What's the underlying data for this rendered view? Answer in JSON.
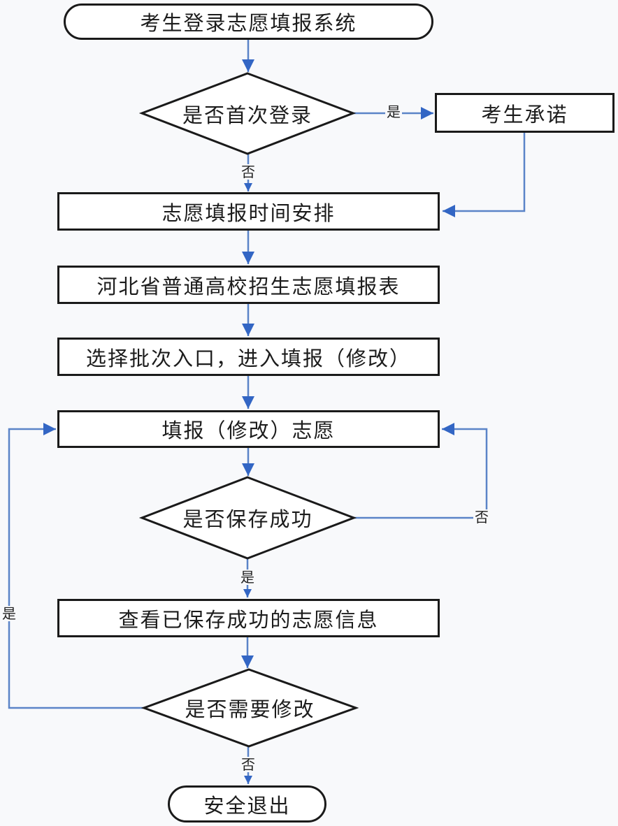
{
  "palette": {
    "background": "#f8f9fb",
    "node_fill": "#ffffff",
    "border_color": "#1a1a1a",
    "line_color": "#5b84c8",
    "arrow_color": "#3366c4",
    "text_color": "#1c1c1c"
  },
  "nodes": {
    "start": {
      "type": "terminator",
      "label": "考生登录志愿填报系统"
    },
    "first_login": {
      "type": "decision",
      "label": "是否首次登录"
    },
    "commitment": {
      "type": "process",
      "label": "考生承诺"
    },
    "schedule": {
      "type": "process",
      "label": "志愿填报时间安排"
    },
    "form": {
      "type": "process",
      "label": "河北省普通高校招生志愿填报表"
    },
    "batch": {
      "type": "process",
      "label": "选择批次入口，进入填报（修改）"
    },
    "fill": {
      "type": "process",
      "label": "填报（修改）志愿"
    },
    "saved": {
      "type": "decision",
      "label": "是否保存成功"
    },
    "view": {
      "type": "process",
      "label": "查看已保存成功的志愿信息"
    },
    "modify": {
      "type": "decision",
      "label": "是否需要修改"
    },
    "exit": {
      "type": "terminator",
      "label": "安全退出"
    }
  },
  "edge_labels": {
    "first_login_yes": "是",
    "first_login_no": "否",
    "saved_yes": "是",
    "saved_no": "否",
    "modify_yes": "是",
    "modify_no": "否"
  },
  "edges": [
    {
      "from": "start",
      "to": "first_login",
      "label": ""
    },
    {
      "from": "first_login",
      "to": "commitment",
      "label": "是"
    },
    {
      "from": "first_login",
      "to": "schedule",
      "label": "否"
    },
    {
      "from": "commitment",
      "to": "schedule",
      "label": ""
    },
    {
      "from": "schedule",
      "to": "form",
      "label": ""
    },
    {
      "from": "form",
      "to": "batch",
      "label": ""
    },
    {
      "from": "batch",
      "to": "fill",
      "label": ""
    },
    {
      "from": "fill",
      "to": "saved",
      "label": ""
    },
    {
      "from": "saved",
      "to": "view",
      "label": "是"
    },
    {
      "from": "saved",
      "to": "fill",
      "label": "否"
    },
    {
      "from": "view",
      "to": "modify",
      "label": ""
    },
    {
      "from": "modify",
      "to": "fill",
      "label": "是"
    },
    {
      "from": "modify",
      "to": "exit",
      "label": "否"
    }
  ]
}
